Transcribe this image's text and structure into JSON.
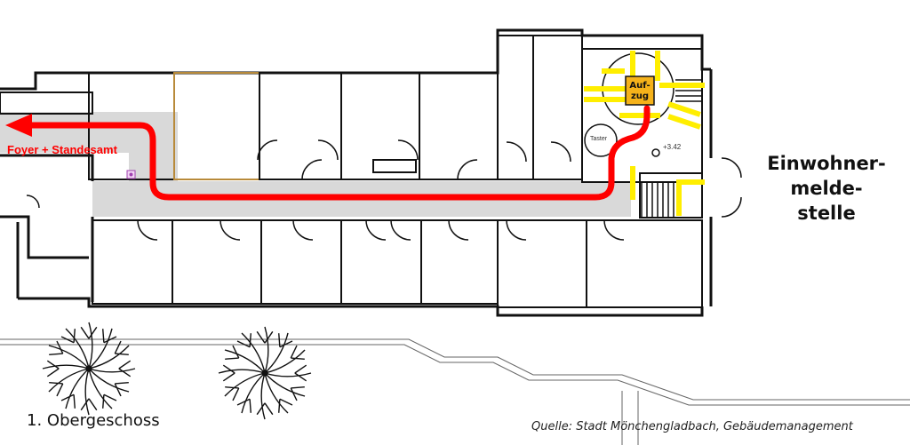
{
  "map": {
    "destination_label_lines": [
      "Einwohner-",
      "melde-",
      "stelle"
    ],
    "origin_label": "Foyer + Standesamt",
    "elevator_label_lines": [
      "Auf-",
      "zug"
    ],
    "floor_label": "1. Obergeschoss",
    "source_label": "Quelle: Stadt Mönchengladbach, Gebäudemanagement",
    "small_annotations": [
      "Taster",
      "+3.42"
    ],
    "colors": {
      "route": "#ff0000",
      "corridor": "#d9d9d9",
      "accessible_marking": "#ffee00",
      "elevator": "#f5b21a",
      "walls": "#111111"
    },
    "icons": [
      "route-arrow-icon",
      "elevator-icon",
      "tree-icon",
      "tree-icon",
      "wheelchair-marker-icon"
    ]
  }
}
